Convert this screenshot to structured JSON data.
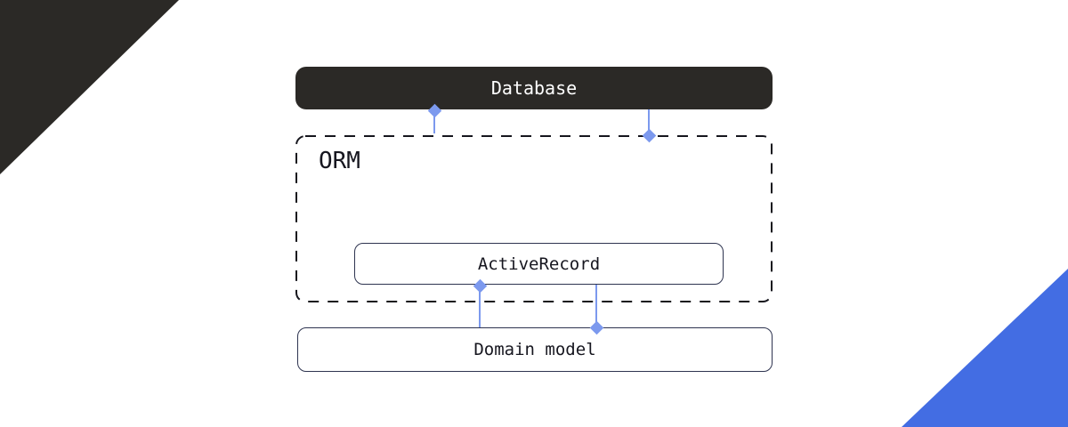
{
  "colors": {
    "page-bg": "#ffffff",
    "dark": "#2b2926",
    "corner-blue": "#436de3",
    "connector-blue": "#7c99ee",
    "node-border": "#2e3450",
    "dashed-border": "#16161d",
    "text-dark": "#16161f",
    "text-light": "#ffffff"
  },
  "diagram": {
    "nodes": {
      "database": {
        "label": "Database"
      },
      "orm": {
        "label": "ORM"
      },
      "active_record": {
        "label": "ActiveRecord"
      },
      "domain_model": {
        "label": "Domain model"
      }
    }
  }
}
